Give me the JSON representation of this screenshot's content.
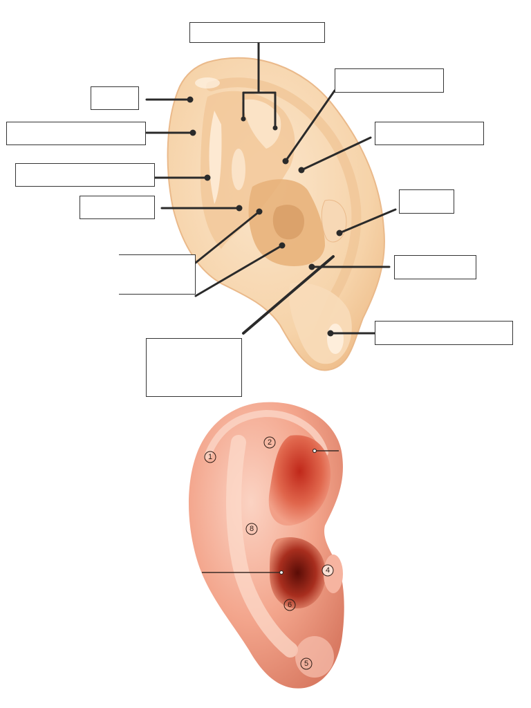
{
  "top_diagram": {
    "label_boxes": [
      {
        "id": "box-top-center"
      },
      {
        "id": "box-left-1"
      },
      {
        "id": "box-left-2"
      },
      {
        "id": "box-left-3"
      },
      {
        "id": "box-left-4"
      },
      {
        "id": "box-left-5"
      },
      {
        "id": "box-bottom-center"
      },
      {
        "id": "box-right-1"
      },
      {
        "id": "box-right-2"
      },
      {
        "id": "box-right-3"
      },
      {
        "id": "box-right-4"
      },
      {
        "id": "box-right-5"
      }
    ],
    "colors": {
      "skin": "#f7d9b4",
      "skin_shadow": "#eebd8a",
      "skin_deep": "#e3a96c",
      "line": "#2a2a2a"
    }
  },
  "bottom_diagram": {
    "markers": [
      {
        "number": "1"
      },
      {
        "number": "2"
      },
      {
        "number": "8"
      },
      {
        "number": "4"
      },
      {
        "number": "6"
      },
      {
        "number": "5"
      }
    ],
    "colors": {
      "skin": "#f3a58c",
      "skin_light": "#fbd3c3",
      "skin_dark": "#d46a52",
      "canal": "#7a1a10"
    }
  }
}
